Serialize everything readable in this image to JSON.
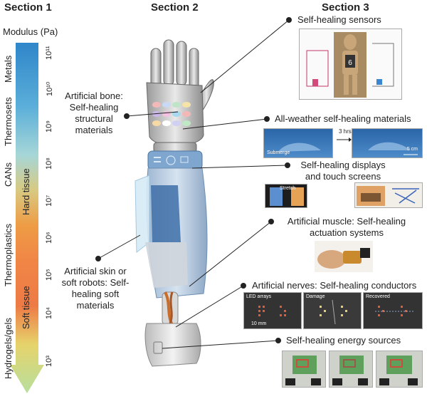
{
  "sections": {
    "s1": "Section 1",
    "s2": "Section 2",
    "s3": "Section 3"
  },
  "modulus": {
    "label": "Modulus (Pa)",
    "ticks": [
      "10¹¹",
      "10¹⁰",
      "10⁹",
      "10⁸",
      "10⁷",
      "10⁶",
      "10⁵",
      "10⁴",
      "10³"
    ],
    "materials": [
      "Metals",
      "Thermosets",
      "CANs",
      "Thermoplastics",
      "Hydrogels/gels"
    ],
    "tissues": [
      "Hard tissue",
      "Soft tissue"
    ]
  },
  "left_labels": {
    "bone": "Artificial bone: Self-healing structural materials",
    "skin": "Artificial skin or soft robots: Self-healing soft materials"
  },
  "right_labels": {
    "sensors": "Self-healing sensors",
    "weather": "All-weather self-healing materials",
    "displays": "Self-healing displays and touch screens",
    "muscle": "Artificial muscle: Self-healing actuation systems",
    "nerves": "Artificial nerves: Self-healing conductors",
    "energy": "Self-healing energy sources"
  },
  "photo_captions": {
    "submerge": "Submerge",
    "three_hrs": "3 hrs",
    "five_cm": "5 cm",
    "stretch": "Stretch",
    "led_arrays": "LED arrays",
    "damage": "Damage",
    "recovered": "Recovered",
    "ten_mm": "10 mm"
  }
}
